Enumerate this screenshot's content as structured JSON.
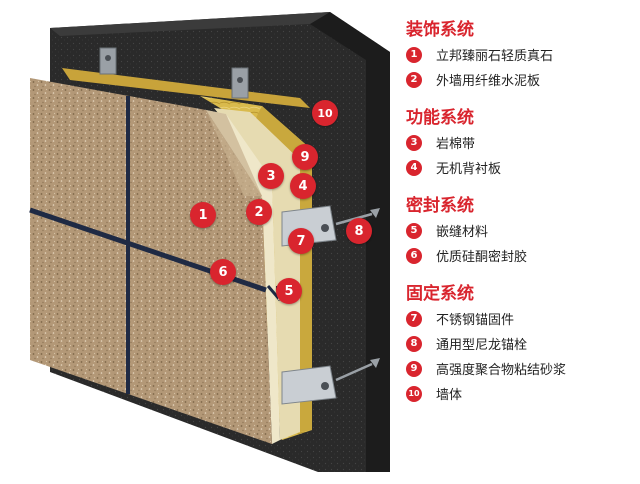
{
  "callouts": [
    "1",
    "2",
    "3",
    "4",
    "5",
    "6",
    "7",
    "8",
    "9",
    "10"
  ],
  "legend": {
    "groups": [
      {
        "title": "装饰系统",
        "items": [
          {
            "num": "1",
            "label": "立邦臻丽石轻质真石"
          },
          {
            "num": "2",
            "label": "外墙用纤维水泥板"
          }
        ]
      },
      {
        "title": "功能系统",
        "items": [
          {
            "num": "3",
            "label": "岩棉带"
          },
          {
            "num": "4",
            "label": "无机背衬板"
          }
        ]
      },
      {
        "title": "密封系统",
        "items": [
          {
            "num": "5",
            "label": "嵌缝材料"
          },
          {
            "num": "6",
            "label": "优质硅酮密封胶"
          }
        ]
      },
      {
        "title": "固定系统",
        "items": [
          {
            "num": "7",
            "label": "不锈钢锚固件"
          },
          {
            "num": "8",
            "label": "通用型尼龙锚栓"
          },
          {
            "num": "9",
            "label": "高强度聚合物粘结砂浆"
          },
          {
            "num": "10",
            "label": "墙体"
          }
        ]
      }
    ]
  },
  "colors": {
    "accent": "#d9252e",
    "wall": "#2b2b2b",
    "stone": "#b49a7a",
    "wool": "#d8b84a",
    "board": "#e9dfb8"
  }
}
